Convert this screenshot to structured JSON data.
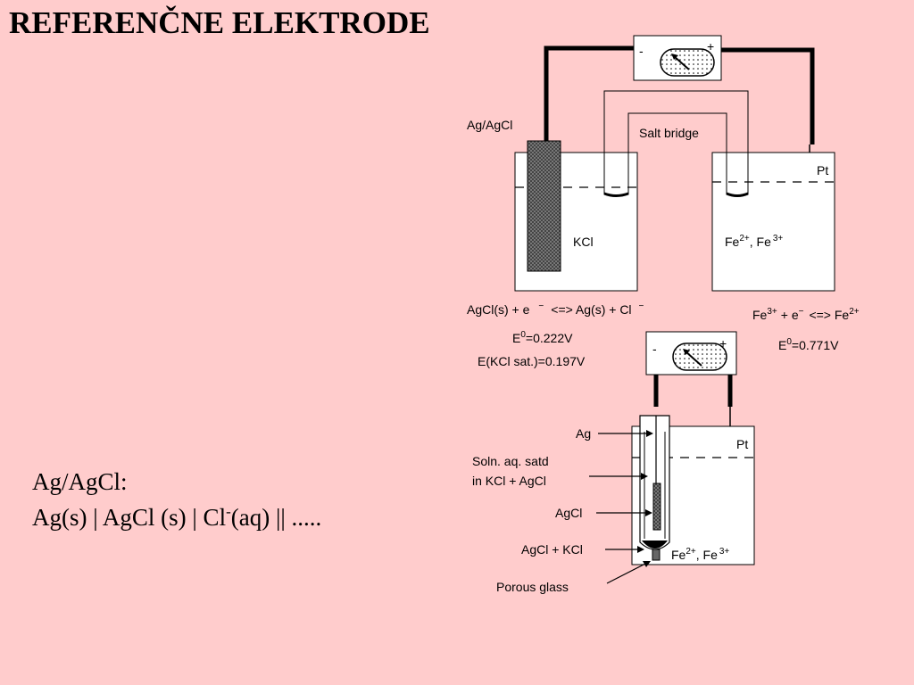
{
  "slide": {
    "title": "REFERENČNE ELEKTRODE",
    "notation_line1": "Ag/AgCl:",
    "notation_line2_pre": "Ag(s) | AgCl (s) | Cl",
    "notation_line2_sup": "-",
    "notation_line2_post": "(aq) || ....."
  },
  "diagram": {
    "meter_minus": "-",
    "meter_plus": "+",
    "upper": {
      "electrode_label": "Ag/AgCl",
      "salt_bridge_label": "Salt bridge",
      "kcl_label": "KCl",
      "pt_label": "Pt",
      "fe_label": "Fe",
      "fe2_sup": "2+",
      "fe_sep": ", Fe",
      "fe3_sup": "3+",
      "left_reaction_pre": "AgCl(s) + e",
      "left_reaction_sup1": "−",
      "left_reaction_mid": "<=> Ag(s) + Cl",
      "left_reaction_sup2": "−",
      "left_e0_pre": "E",
      "left_e0_sup": "0",
      "left_e0_val": "=0.222V",
      "left_kcl_sat": "E(KCl sat.)=0.197V",
      "right_reaction_pre": "Fe",
      "right_reaction_sup1": "3+",
      "right_reaction_mid": "+ e",
      "right_reaction_sup2": "−",
      "right_reaction_post": "<=> Fe",
      "right_reaction_sup3": "2+",
      "right_e0_pre": "E",
      "right_e0_sup": "0",
      "right_e0_val": "=0.771V"
    },
    "lower": {
      "ag_label": "Ag",
      "soln_line1": "Soln. aq. satd",
      "soln_line2": "in KCl + AgCl",
      "agcl_label": "AgCl",
      "agcl_kcl_label": "AgCl + KCl",
      "porous_label": "Porous glass",
      "pt_label": "Pt",
      "fe_label": "Fe",
      "fe2_sup": "2+",
      "fe_sep": ", Fe",
      "fe3_sup": "3+"
    }
  }
}
